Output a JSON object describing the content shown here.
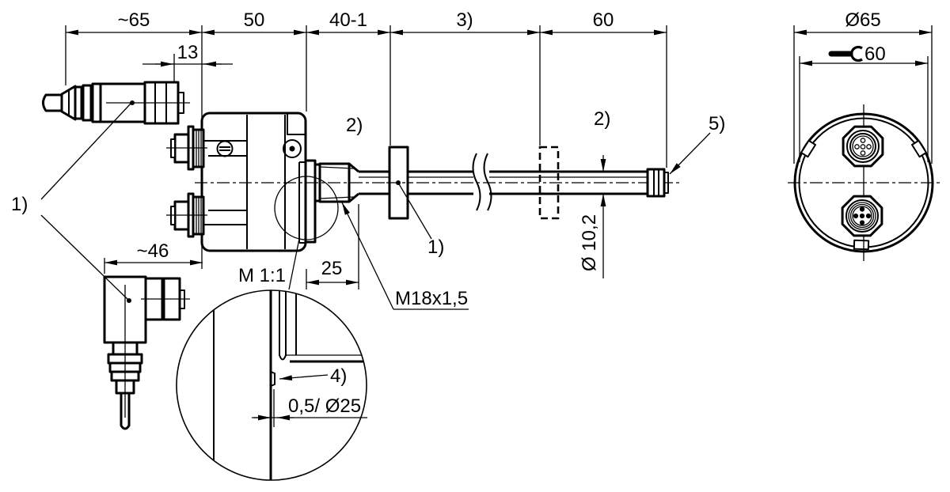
{
  "main_view": {
    "dim_chain": [
      {
        "label": "~65"
      },
      {
        "label": "50"
      },
      {
        "label": "40-1"
      },
      {
        "label": "3)"
      },
      {
        "label": "60"
      }
    ],
    "dim_connector_overhang": "13",
    "dim_elbow_connector": "~46",
    "dim_thread_length": "25",
    "thread_spec": "M18x1,5",
    "rod_diameter": "Ø 10,2",
    "notes": {
      "n1": "1)",
      "n2": "2)",
      "n4": "4)",
      "n5": "5)"
    }
  },
  "detail_view": {
    "scale": "M 1:1",
    "step_dim": "0,5/ Ø25"
  },
  "end_view": {
    "diameter": "Ø65",
    "wrench_flats": "60"
  },
  "colors": {
    "line": "#000000",
    "background": "#ffffff"
  }
}
